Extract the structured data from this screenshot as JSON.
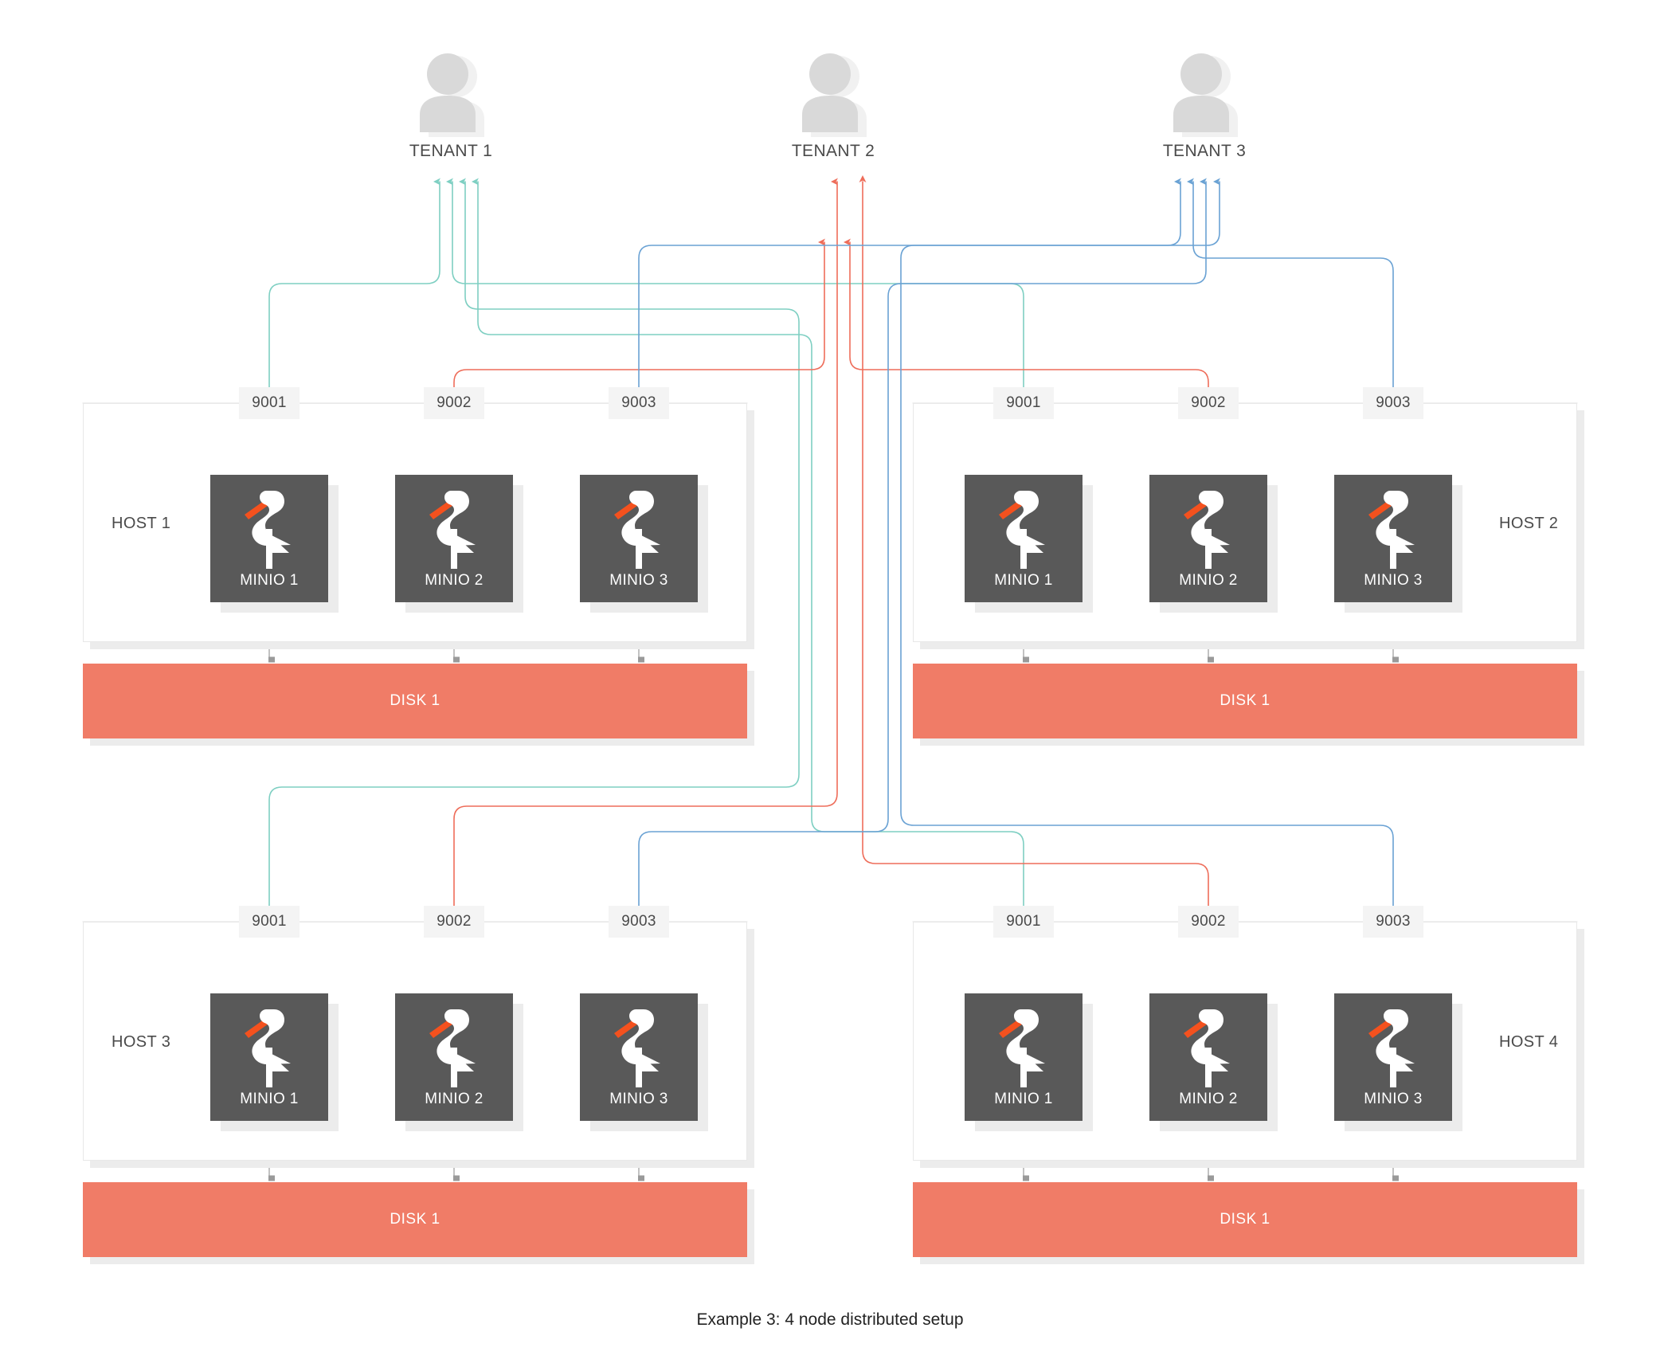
{
  "diagram": {
    "caption": "Example 3: 4 node distributed setup",
    "colors": {
      "tenant1_link": "#7ECFC2",
      "tenant2_link": "#EE6D5A",
      "tenant3_link": "#6AA2D4",
      "node_bg": "#595959",
      "disk_bg": "#F07C67",
      "beak": "#F4511E",
      "person": "#D9D9D9",
      "person_shadow": "#F1F1F1",
      "chip_bg": "#F4F4F4",
      "panel_border": "#E8E8E8",
      "shadow": "#ECECEC",
      "text": "#4A4A4A"
    }
  },
  "tenants": [
    {
      "id": "tenant-1",
      "label": "TENANT 1",
      "icon": "person-icon",
      "link_color": "#7ECFC2"
    },
    {
      "id": "tenant-2",
      "label": "TENANT 2",
      "icon": "person-icon",
      "link_color": "#EE6D5A"
    },
    {
      "id": "tenant-3",
      "label": "TENANT 3",
      "icon": "person-icon",
      "link_color": "#6AA2D4"
    }
  ],
  "hosts": [
    {
      "id": "host-1",
      "label": "HOST 1",
      "label_side": "left",
      "ports": [
        "9001",
        "9002",
        "9003"
      ],
      "nodes": [
        {
          "label": "MINIO 1",
          "icon": "minio-flamingo-icon",
          "port": "9001",
          "tenant": "TENANT 1"
        },
        {
          "label": "MINIO 2",
          "icon": "minio-flamingo-icon",
          "port": "9002",
          "tenant": "TENANT 2"
        },
        {
          "label": "MINIO 3",
          "icon": "minio-flamingo-icon",
          "port": "9003",
          "tenant": "TENANT 3"
        }
      ],
      "disk": {
        "label": "DISK 1"
      }
    },
    {
      "id": "host-2",
      "label": "HOST 2",
      "label_side": "right",
      "ports": [
        "9001",
        "9002",
        "9003"
      ],
      "nodes": [
        {
          "label": "MINIO 1",
          "icon": "minio-flamingo-icon",
          "port": "9001",
          "tenant": "TENANT 1"
        },
        {
          "label": "MINIO 2",
          "icon": "minio-flamingo-icon",
          "port": "9002",
          "tenant": "TENANT 2"
        },
        {
          "label": "MINIO 3",
          "icon": "minio-flamingo-icon",
          "port": "9003",
          "tenant": "TENANT 3"
        }
      ],
      "disk": {
        "label": "DISK 1"
      }
    },
    {
      "id": "host-3",
      "label": "HOST 3",
      "label_side": "left",
      "ports": [
        "9001",
        "9002",
        "9003"
      ],
      "nodes": [
        {
          "label": "MINIO 1",
          "icon": "minio-flamingo-icon",
          "port": "9001",
          "tenant": "TENANT 1"
        },
        {
          "label": "MINIO 2",
          "icon": "minio-flamingo-icon",
          "port": "9002",
          "tenant": "TENANT 2"
        },
        {
          "label": "MINIO 3",
          "icon": "minio-flamingo-icon",
          "port": "9003",
          "tenant": "TENANT 3"
        }
      ],
      "disk": {
        "label": "DISK 1"
      }
    },
    {
      "id": "host-4",
      "label": "HOST 4",
      "label_side": "right",
      "ports": [
        "9001",
        "9002",
        "9003"
      ],
      "nodes": [
        {
          "label": "MINIO 1",
          "icon": "minio-flamingo-icon",
          "port": "9001",
          "tenant": "TENANT 1"
        },
        {
          "label": "MINIO 2",
          "icon": "minio-flamingo-icon",
          "port": "9002",
          "tenant": "TENANT 2"
        },
        {
          "label": "MINIO 3",
          "icon": "minio-flamingo-icon",
          "port": "9003",
          "tenant": "TENANT 3"
        }
      ],
      "disk": {
        "label": "DISK 1"
      }
    }
  ]
}
